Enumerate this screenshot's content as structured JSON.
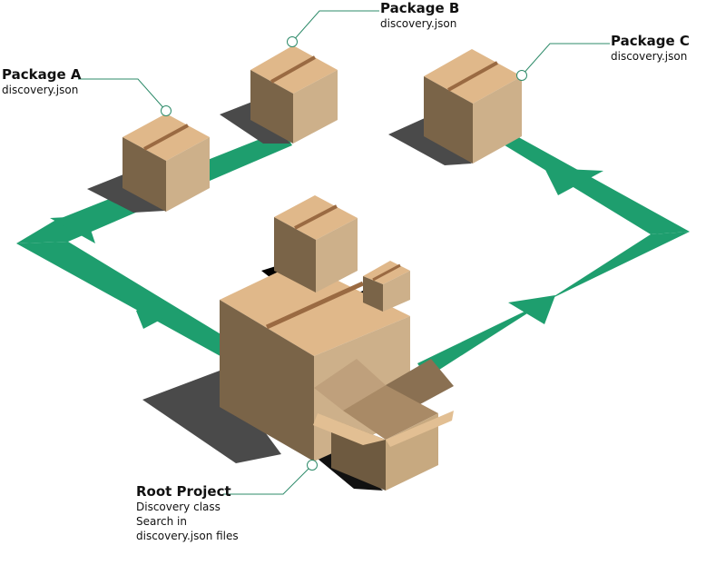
{
  "packages": [
    {
      "title": "Package A",
      "file": "discovery.json"
    },
    {
      "title": "Package B",
      "file": "discovery.json"
    },
    {
      "title": "Package C",
      "file": "discovery.json"
    }
  ],
  "root": {
    "title": "Root Project",
    "lines": [
      "Discovery class",
      "Search in",
      "discovery.json files"
    ]
  },
  "colors": {
    "arrow": "#1e9e6e",
    "leader": "#2e8b6a",
    "shadow": "#4a4a4a",
    "box_top": "#e0b88a",
    "box_left": "#7a6448",
    "box_right": "#cdb08a",
    "tape": "#9a6a42"
  }
}
